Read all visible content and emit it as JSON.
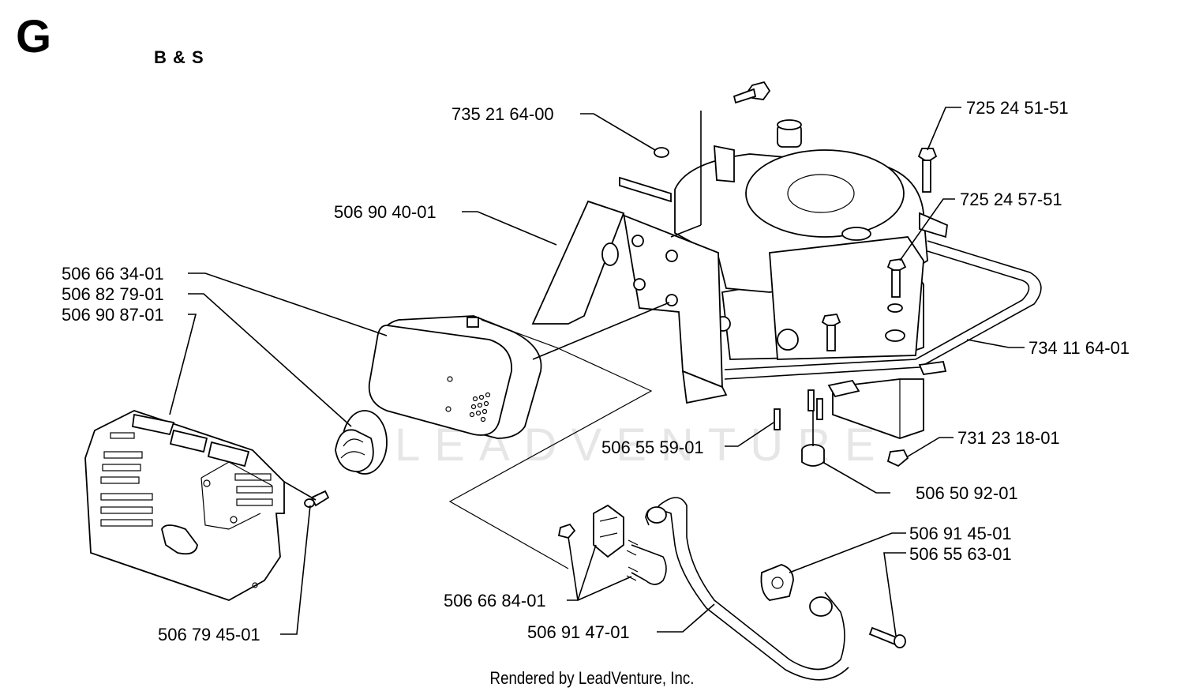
{
  "header": {
    "section_letter": "G",
    "engine_label": "B & S"
  },
  "watermark": "LEADVENTURE",
  "footer": {
    "credit": "Rendered by LeadVenture, Inc."
  },
  "callouts": [
    {
      "id": "c1",
      "part_number": "735 21 64-00"
    },
    {
      "id": "c2",
      "part_number": "725 24 51-51"
    },
    {
      "id": "c3",
      "part_number": "725 24 57-51"
    },
    {
      "id": "c4",
      "part_number": "506 90 40-01"
    },
    {
      "id": "c5",
      "part_number": "506 66 34-01"
    },
    {
      "id": "c6",
      "part_number": "506 82 79-01"
    },
    {
      "id": "c7",
      "part_number": "506 90 87-01"
    },
    {
      "id": "c8",
      "part_number": "734 11 64-01"
    },
    {
      "id": "c9",
      "part_number": "731 23 18-01"
    },
    {
      "id": "c10",
      "part_number": "506 55 59-01"
    },
    {
      "id": "c11",
      "part_number": "506 50 92-01"
    },
    {
      "id": "c12",
      "part_number": "506 91 45-01"
    },
    {
      "id": "c13",
      "part_number": "506 55 63-01"
    },
    {
      "id": "c14",
      "part_number": "506 66 84-01"
    },
    {
      "id": "c15",
      "part_number": "506 91 47-01"
    },
    {
      "id": "c16",
      "part_number": "506 79 45-01"
    }
  ]
}
